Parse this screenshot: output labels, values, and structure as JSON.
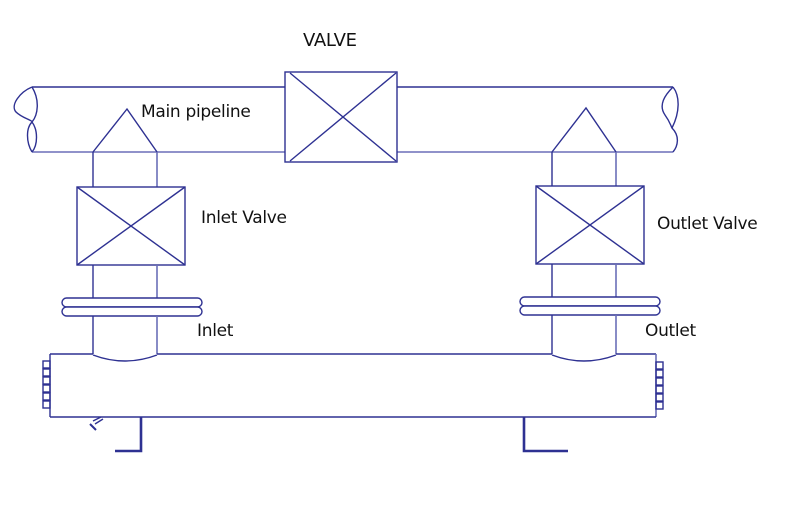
{
  "diagram": {
    "title": "VALVE",
    "line_color": "#2e3192",
    "labels": {
      "main_pipeline": "Main pipeline",
      "valve": "VALVE",
      "inlet_valve": "Inlet Valve",
      "outlet_valve": "Outlet Valve",
      "inlet": "Inlet",
      "outlet": "Outlet"
    },
    "components": [
      {
        "id": "main-pipeline",
        "label": "Main pipeline"
      },
      {
        "id": "main-valve",
        "label": "VALVE"
      },
      {
        "id": "inlet-valve",
        "label": "Inlet Valve"
      },
      {
        "id": "outlet-valve",
        "label": "Outlet Valve"
      },
      {
        "id": "inlet-flange",
        "label": "Inlet"
      },
      {
        "id": "outlet-flange",
        "label": "Outlet"
      },
      {
        "id": "bypass-chamber",
        "label": ""
      }
    ]
  }
}
